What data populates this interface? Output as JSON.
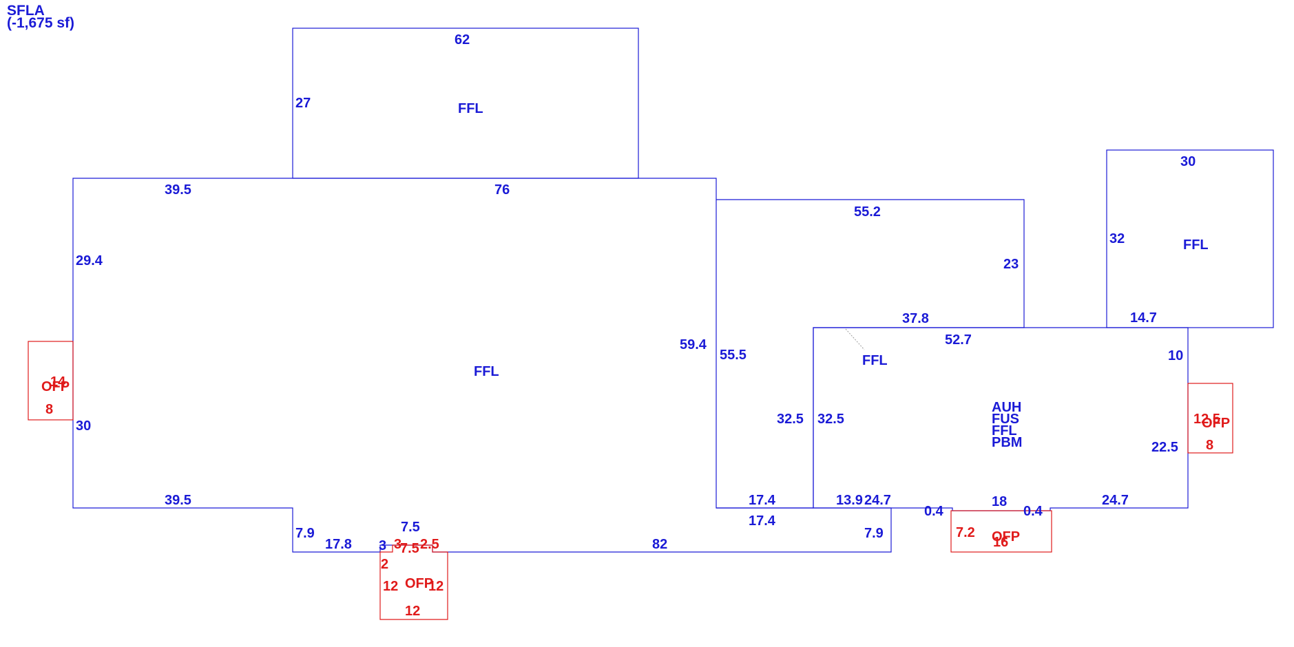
{
  "header": {
    "title": "SFLA",
    "area": "(-1,675 sf)"
  },
  "colors": {
    "living": "#1a1ad6",
    "porch": "#e01a1a"
  },
  "areas": {
    "top_room": "FFL",
    "main_room": "FFL",
    "right_mid_room": "FFL",
    "far_right_room": "FFL",
    "center_right_codes": [
      "AUH",
      "FUS",
      "FFL",
      "PBM"
    ]
  },
  "porches": {
    "left": "OFP",
    "bottom": "OFP",
    "right": "OFP",
    "bottom_right": "OFP"
  },
  "dimensions": {
    "top_room_width": "62",
    "top_room_height": "27",
    "main_top_left": "39.5",
    "main_top_right": "76",
    "main_left_upper": "29.4",
    "main_left_lower": "30",
    "main_bottom_left": "39.5",
    "main_step_down": "7.9",
    "main_bottom_seg": "17.8",
    "main_bottom_3": "3",
    "main_bottom_7_5": "7.5",
    "main_bottom_82": "82",
    "main_right": "59.4",
    "mid_left": "55.5",
    "mid_top": "55.2",
    "mid_right": "23",
    "mid_inner_top": "37.8",
    "mid_inner_left": "32.5",
    "mid_bottom": "17.4",
    "mid_bottom_lower": "17.4",
    "mid_step": "7.9",
    "cr_top": "52.7",
    "cr_left": "32.5",
    "cr_right_upper": "10",
    "cr_right_lower": "22.5",
    "cr_bottom_left": "13.9",
    "cr_bottom_24_7_a": "24.7",
    "cr_notch_a": "0.4",
    "cr_notch_18": "18",
    "cr_notch_b": "0.4",
    "cr_bottom_24_7_b": "24.7",
    "fr_top": "30",
    "fr_left": "32",
    "fr_bottom": "14.7"
  },
  "porch_dimensions": {
    "left_14": "14",
    "left_8": "8",
    "bottom_3": "3",
    "bottom_7_5": "7.5",
    "bottom_2_5": "2.5",
    "bottom_2": "2",
    "bottom_12_left": "12",
    "bottom_12_right": "12",
    "bottom_12_bottom": "12",
    "right_12_5": "12.5",
    "right_8": "8",
    "br_7_2": "7.2",
    "br_16": "16"
  }
}
